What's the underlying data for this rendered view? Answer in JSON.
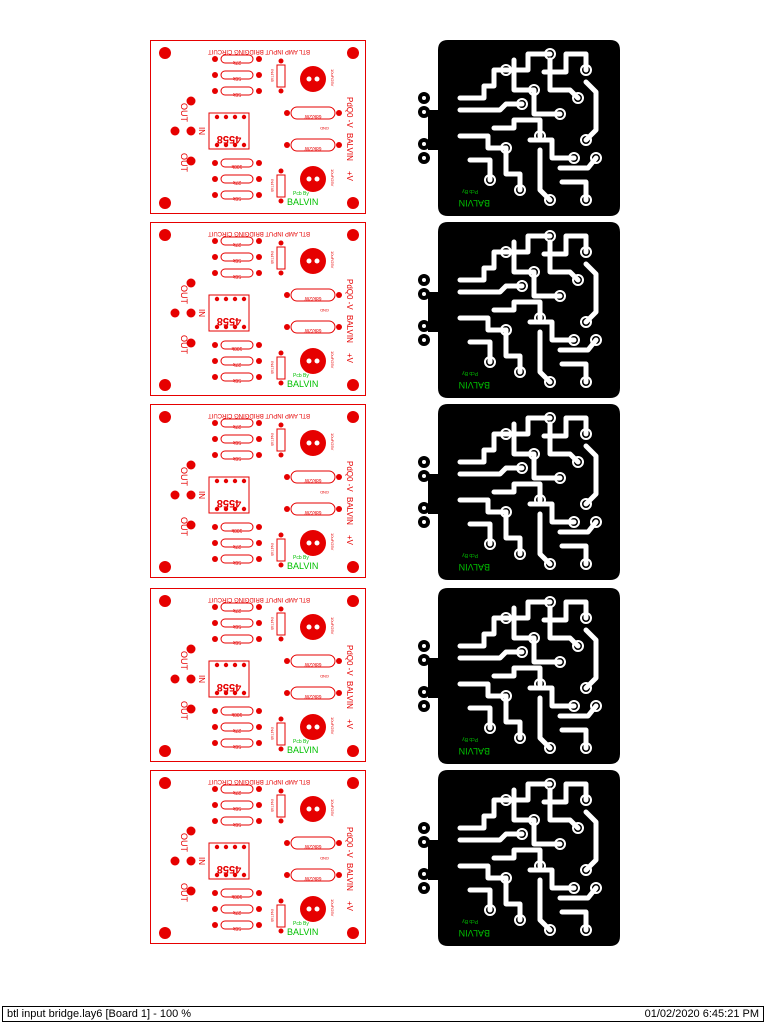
{
  "boards": [
    {
      "id": 1
    },
    {
      "id": 2
    },
    {
      "id": 3
    },
    {
      "id": 4
    },
    {
      "id": 5
    }
  ],
  "silkscreen": {
    "title": "BTL AMP INPUT BRIDGING CIRCUIT",
    "chip": "4558",
    "in_label": "IN",
    "out_top": "OUT",
    "out_bottom": "OUT",
    "designer": "BALVIN",
    "pcb_by": "Pcb By",
    "resistors_top": [
      "27k",
      "56k",
      "56k"
    ],
    "resistors_bottom": [
      "100k",
      "27k",
      "56k"
    ],
    "cap_values": [
      "68k/2W",
      "68k/2W"
    ],
    "elec_cap": "10uF/25V",
    "zener": "IN4745",
    "side_labels": [
      "PdQ0 -V",
      "BALVIN",
      "GND",
      "+V"
    ]
  },
  "copper": {
    "designer": "BALVIN",
    "pcb_by": "Pcb By"
  },
  "colors": {
    "silk": "#e60000",
    "copper": "#000000",
    "text_green": "#00c000"
  },
  "status": {
    "left": "btl input bridge.lay6 [Board 1] - 100 %",
    "right": "01/02/2020 6:45:21 PM"
  }
}
